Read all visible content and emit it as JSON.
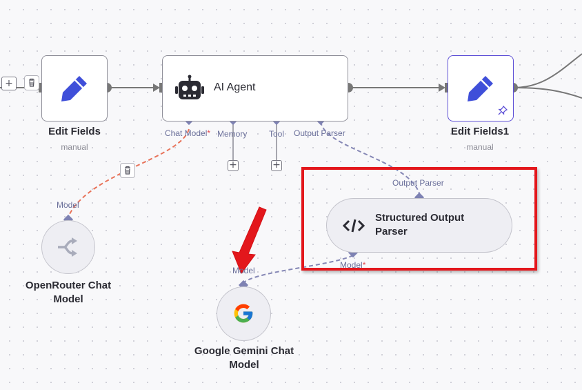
{
  "nodes": {
    "edit_fields": {
      "title": "Edit Fields",
      "subtitle": "manual"
    },
    "ai_agent": {
      "title": "AI Agent",
      "ports": {
        "chat_model": "Chat Model",
        "chat_model_required": "*",
        "memory": "Memory",
        "tool": "Tool",
        "output_parser": "Output Parser"
      }
    },
    "edit_fields1": {
      "title": "Edit Fields1",
      "subtitle": "manual"
    },
    "openrouter": {
      "title_line1": "OpenRouter Chat",
      "title_line2": "Model",
      "port": "Model"
    },
    "structured_parser": {
      "title_line1": "Structured Output",
      "title_line2": "Parser",
      "top_port": "Output Parser",
      "bottom_port": "Model",
      "bottom_port_required": "*"
    },
    "gemini": {
      "title_line1": "Google Gemini Chat",
      "title_line2": "Model",
      "port": "Model"
    }
  },
  "buttons": {
    "add": "+"
  },
  "icons": {
    "edit_fields": "pencil-icon",
    "ai_agent": "robot-icon",
    "edit_fields1": "pencil-icon",
    "pinned": "pin-icon",
    "openrouter": "openrouter-icon",
    "structured_parser": "code-icon",
    "gemini": "google-g-icon",
    "delete": "trash-icon"
  },
  "colors": {
    "accent": "#5d4fd6",
    "port": "#7e82b3",
    "port_label": "#6a6f9a",
    "edge": "#777777",
    "edge_dashed": "#8587b5",
    "edge_invalid": "#e8735a",
    "annotation_red": "#e3171c",
    "pencil_blue": "#3f4fd9"
  }
}
